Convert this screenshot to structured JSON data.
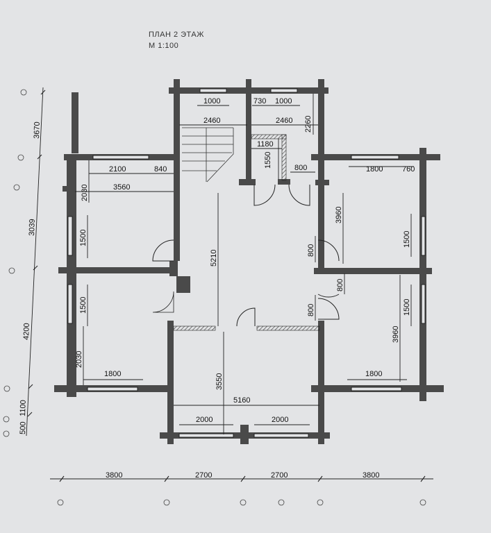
{
  "header": {
    "title": "ПЛАН 2 ЭТАЖ",
    "scale": "М 1:100"
  },
  "dimensions": {
    "top_window_left": "1000",
    "top_730": "730",
    "top_window_right": "1000",
    "stair_width": "2460",
    "hall_width": "2460",
    "hall_depth": "2260",
    "bath_width": "1180",
    "bath_depth": "1550",
    "bath_door": "800",
    "lt_window": "2100",
    "lt_pier": "840",
    "lt_width": "3560",
    "lt_depth": "2030",
    "lt_side_window": "1500",
    "rt_window": "1800",
    "rt_pier": "760",
    "rt_depth": "3960",
    "rt_side_window": "1500",
    "door_r1": "800",
    "door_r2": "800",
    "door_r3": "800",
    "hall_length": "5210",
    "lb_side_window": "1500",
    "lb_depth": "2030",
    "lb_window": "1800",
    "rb_side_window": "1500",
    "rb_depth": "3960",
    "rb_window": "1800",
    "balcony_depth": "3550",
    "balcony_width": "5160",
    "balc_window_left": "2000",
    "balc_window_right": "2000"
  },
  "axis_spans_bottom": [
    "3800",
    "2700",
    "2700",
    "3800"
  ],
  "axis_spans_left": [
    "3670",
    "3039",
    "4200",
    "1100",
    "500"
  ]
}
